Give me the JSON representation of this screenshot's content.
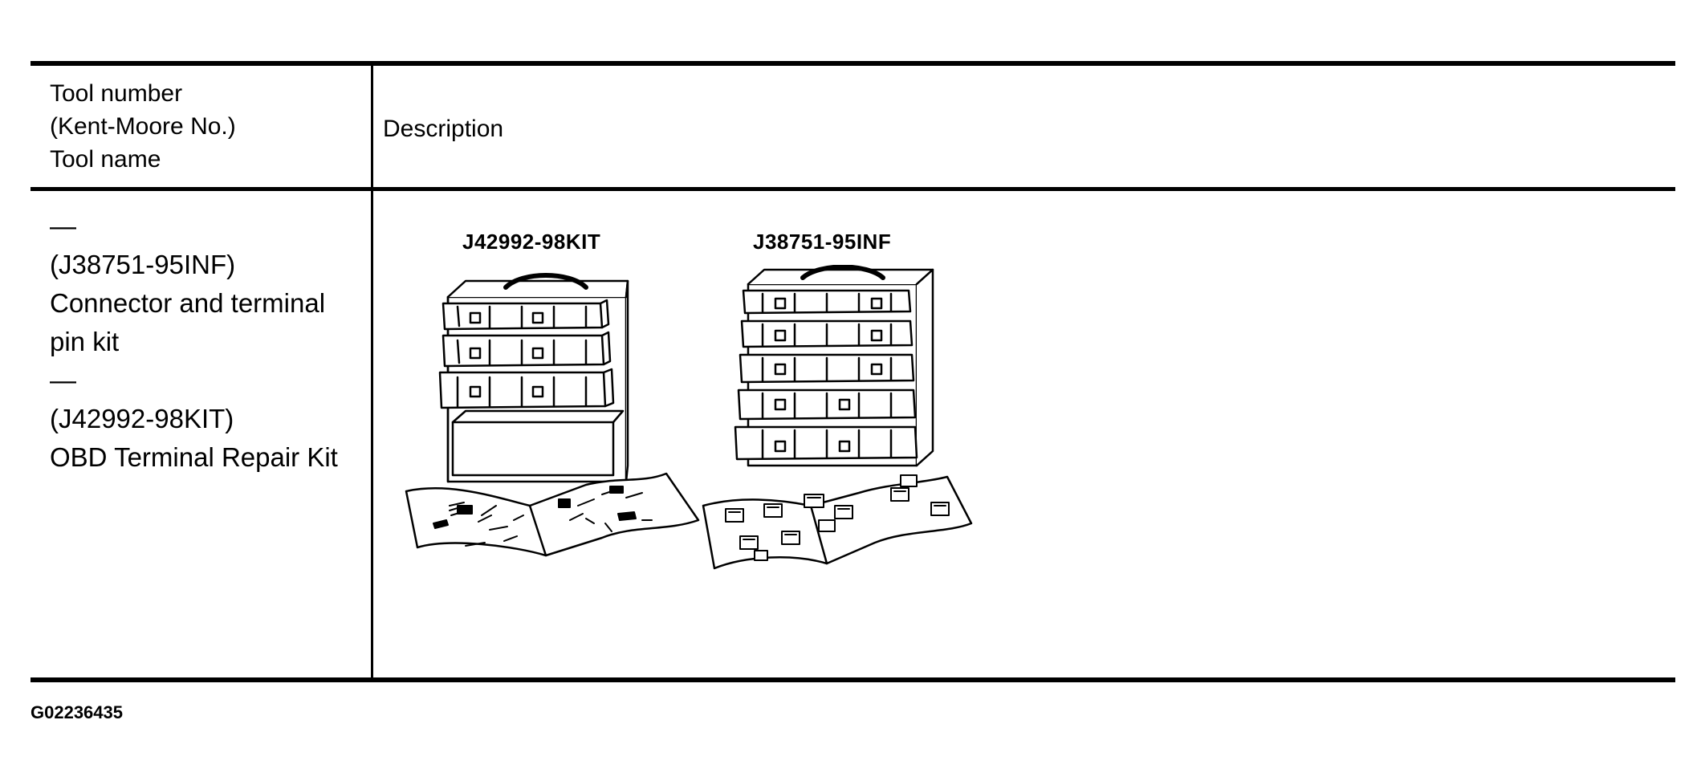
{
  "table": {
    "header_left_lines": [
      "Tool number",
      "(Kent-Moore No.)",
      "Tool name"
    ],
    "header_right": "Description",
    "row": {
      "left_lines": [
        "—",
        "(J38751-95INF)",
        "Connector and terminal",
        "pin kit",
        "—",
        "(J42992-98KIT)",
        "OBD Terminal Repair Kit"
      ],
      "figure_labels": [
        "J42992-98KIT",
        "J38751-95INF"
      ]
    }
  },
  "figure_id": "G02236435"
}
